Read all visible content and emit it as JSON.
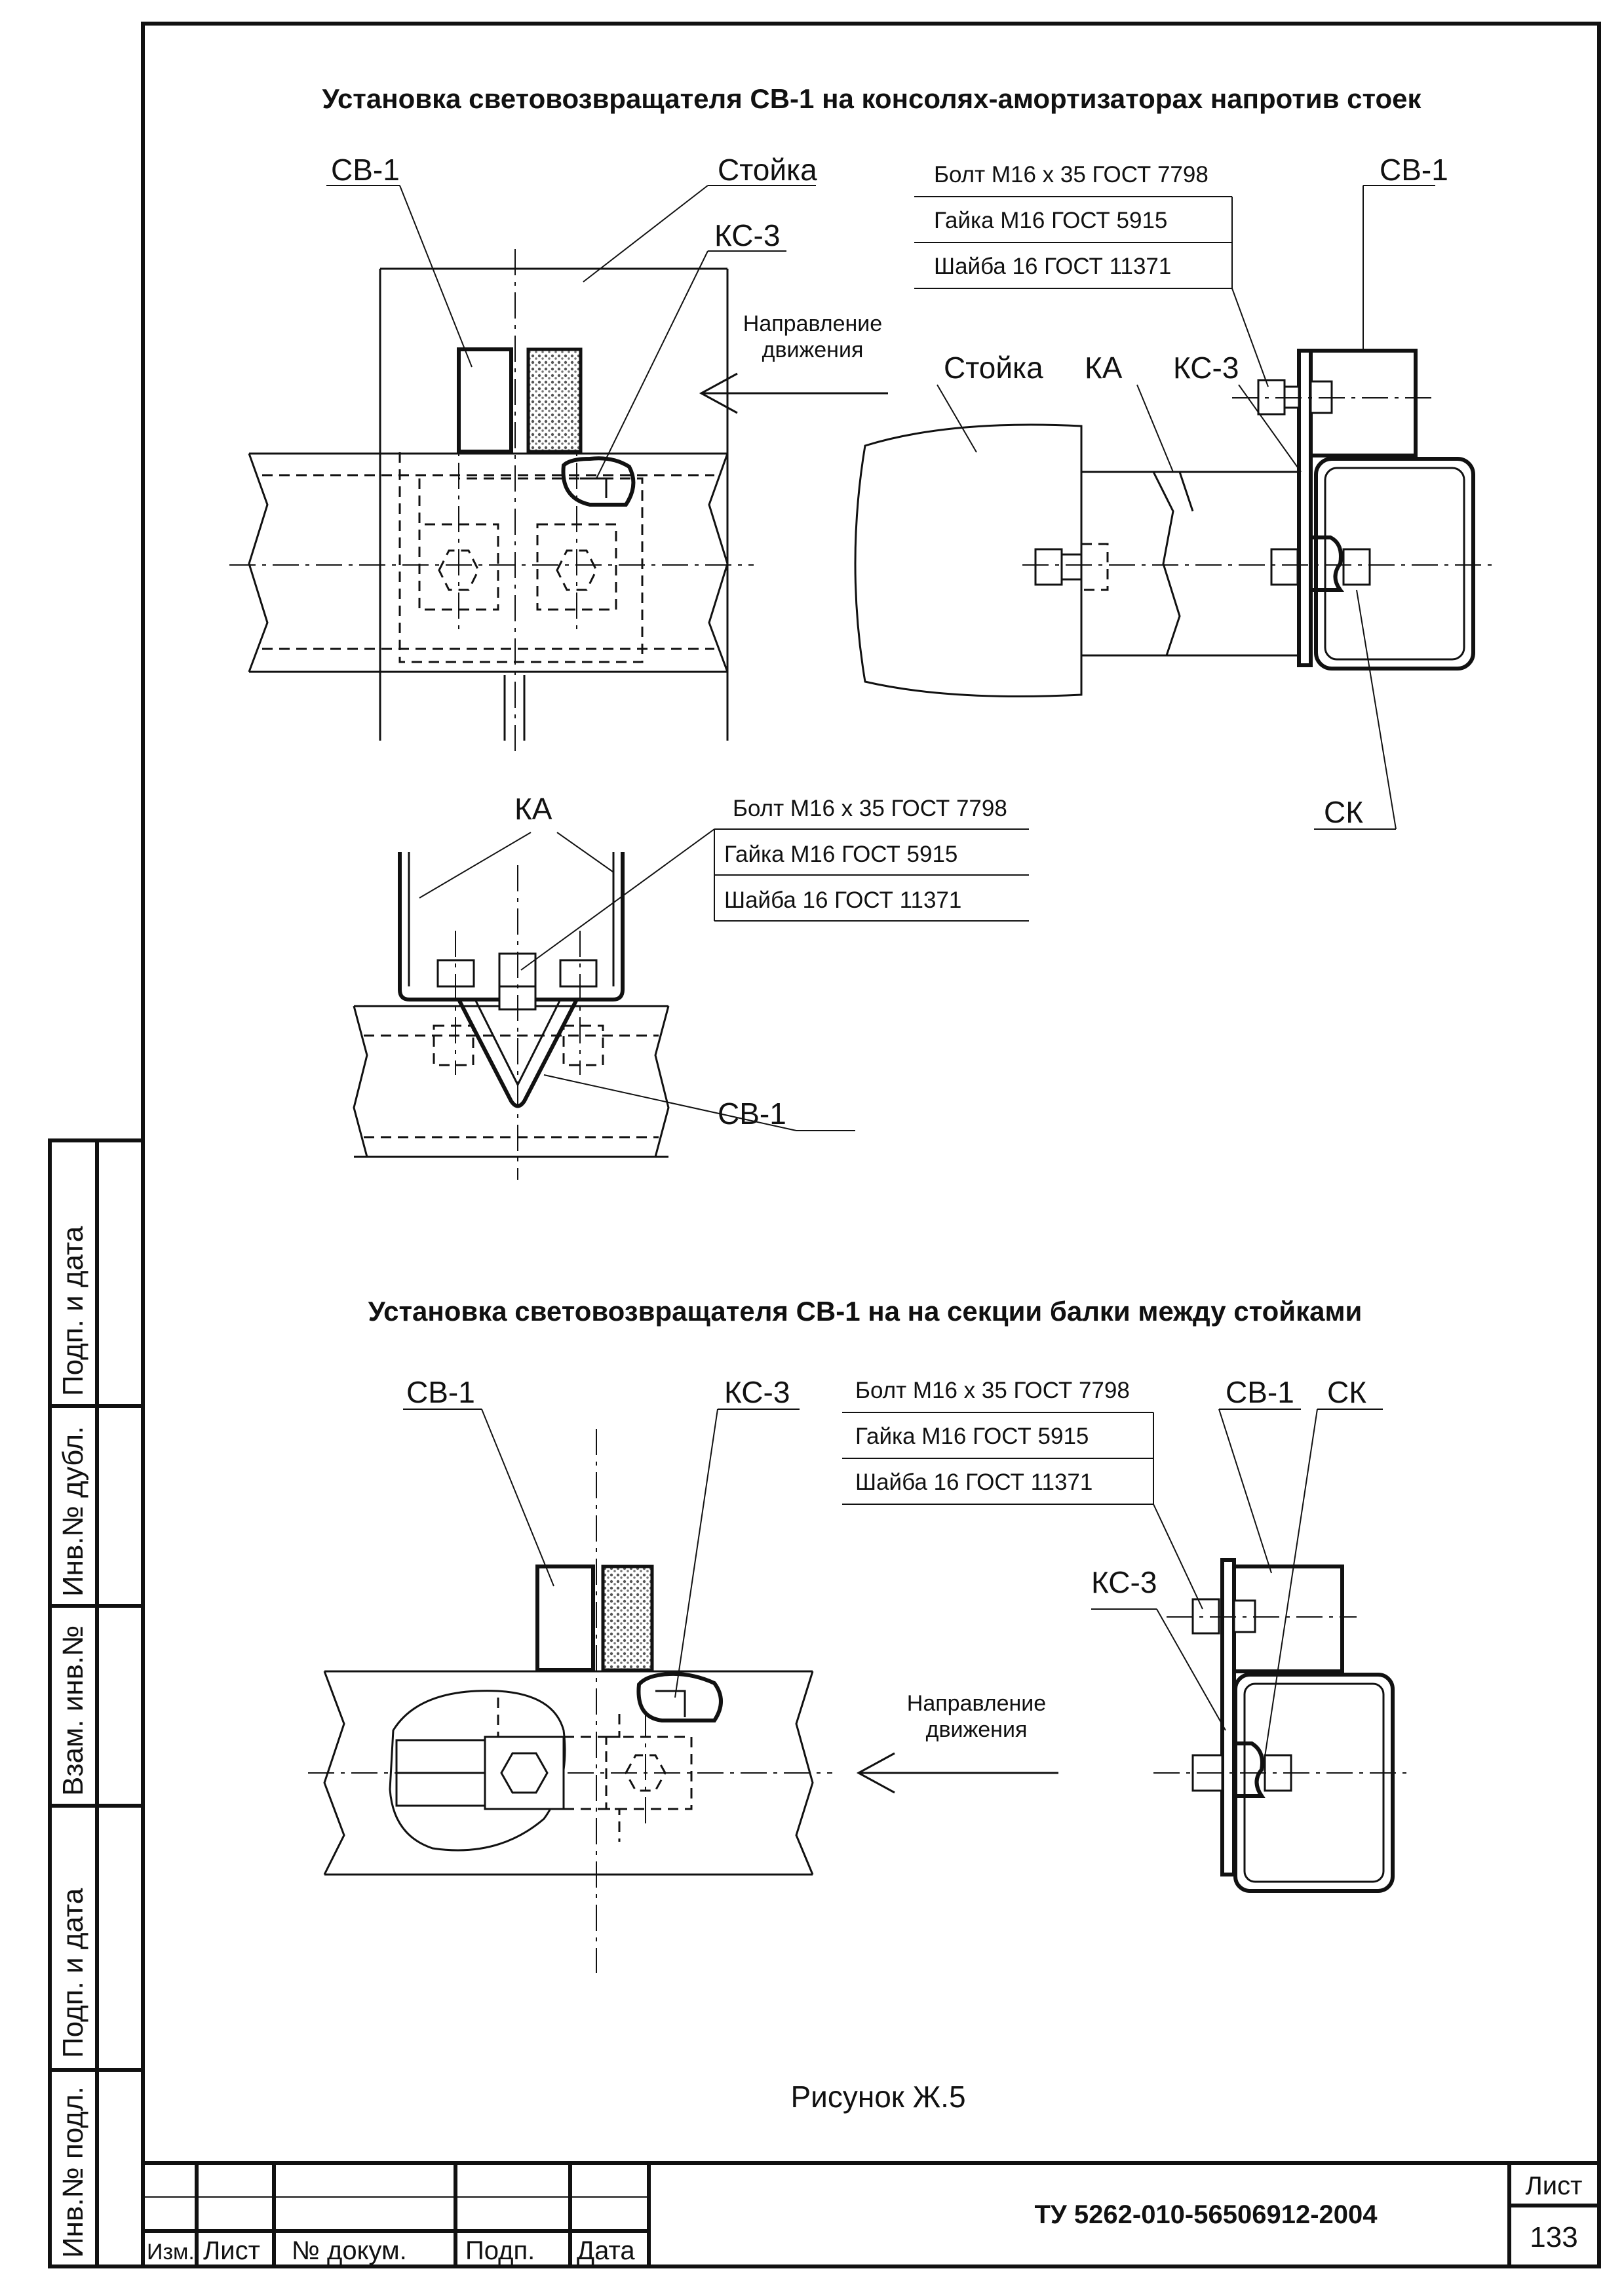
{
  "figure1": {
    "title": "Установка световозвращателя СВ-1 на консолях-амортизаторах напротив стоек",
    "label_sv1_top": "СВ-1",
    "label_stoika_top": "Стойка",
    "label_ks3_top": "КС-3",
    "direction_line1": "Направление",
    "direction_line2": "движения",
    "label_stoika_side": "Стойка",
    "label_ka_side": "КА",
    "label_ks3_side": "КС-3",
    "label_sv1_side": "СВ-1",
    "label_sk_side": "СК",
    "spec_bolt": "Болт М16 x 35 ГОСТ 7798",
    "spec_nut": "Гайка М16 ГОСТ 5915",
    "spec_washer": "Шайба 16 ГОСТ 11371"
  },
  "figure2": {
    "label_ka": "КА",
    "label_sv1": "СВ-1",
    "spec_bolt": "Болт М16 x 35 ГОСТ 7798",
    "spec_nut": "Гайка М16 ГОСТ 5915",
    "spec_washer": "Шайба 16 ГОСТ 11371"
  },
  "figure3": {
    "title": "Установка световозвращателя СВ-1 на на секции балки между стойками",
    "label_sv1_top": "СВ-1",
    "label_ks3_top": "КС-3",
    "direction_line1": "Направление",
    "direction_line2": "движения",
    "label_sv1_side": "СВ-1",
    "label_sk_side": "СК",
    "label_ks3_side": "КС-3",
    "spec_bolt": "Болт М16 x 35 ГОСТ 7798",
    "spec_nut": "Гайка М16 ГОСТ 5915",
    "spec_washer": "Шайба 16 ГОСТ 11371"
  },
  "caption": "Рисунок Ж.5",
  "side_stamp": {
    "f1": "Инв.№ подл.",
    "f2": "Подп. и дата",
    "f3": "Взам. инв.№",
    "f4": "Инв.№ дубл.",
    "f5": "Подп. и дата"
  },
  "title_block": {
    "col_izm": "Изм.",
    "col_list": "Лист",
    "col_doc": "№ докум.",
    "col_sign": "Подп.",
    "col_date": "Дата",
    "document_code": "ТУ 5262-010-56506912-2004",
    "sheet_label": "Лист",
    "sheet_number": "133"
  }
}
